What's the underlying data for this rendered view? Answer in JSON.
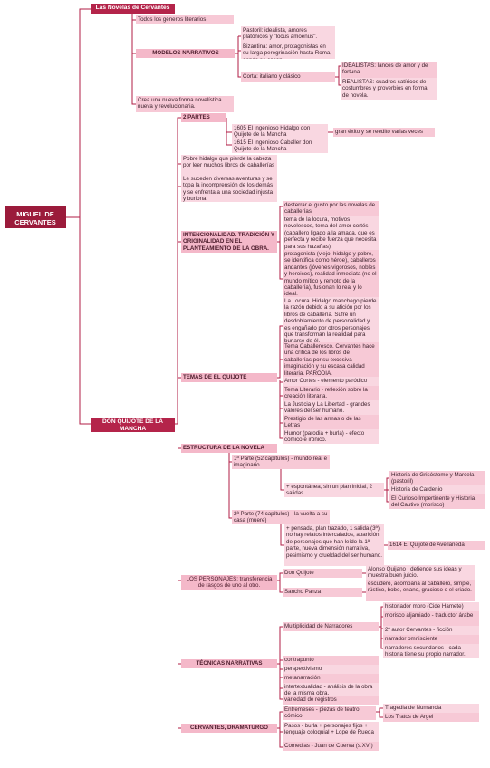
{
  "root": "MIGUEL DE CERVANTES",
  "branch_novelas": {
    "title": "Las Novelas de Cervantes",
    "todos": "Todos los géneros literarios",
    "modelos": "MODELOS NARRATIVOS",
    "pastoril": "Pastoril: idealista, amores platónicos y \"locus amoenus\".",
    "bizantina": "Bizantina: amor, protagonistas en su larga peregrinación hasta Roma, donde se casan.",
    "corta": "Corta: italiano y clásico",
    "idealistas": "IDEALISTAS: lances de amor y de fortuna",
    "realistas": "REALISTAS: cuadros satíricos de costumbres y proverbios en forma de novela.",
    "crea": "Crea una nueva forma novelística nueva y revolucionaria."
  },
  "branch_quijote": {
    "title": "DON QUIJOTE DE LA MANCHA",
    "partes": {
      "label": "2 PARTES",
      "p1605": "1605 El Ingenioso Hidalgo don Quijote de la Mancha",
      "p1615": "1615  El Ingenioso Caballer don Quijote de la Mancha",
      "exito": "gran éxito y se reeditó varias veces"
    },
    "pobre": "Pobre hidalgo que pierde la cabeza por leer muchos libros de caballerías",
    "suceden": "Le suceden diversas aventuras y se topa la incomprensión de los demás y se enfrenta a una sociedad injusta y burlona.",
    "intencionalidad": {
      "label": "INTENCIONALIDAD. TRADICIÓN Y ORIGINALIDAD EN EL PLANTEAMIENTO DE LA OBRA.",
      "items": [
        "desterrar el gusto por las novelas de caballerías",
        "tema de la locura, motivos novelescos, tema del amor cortés (caballero ligado a la amada, que es perfecta y recibe fuerza que necesita para sus hazañas).",
        "protagonista (viejo, hidalgo y pobre, se identifica como héroe), caballeros andantes (jóvenes vigorosos, nobles y heroicos), realidad inmediata (no el mundo mítico y remoto de la caballería), fusionan lo real y lo ideal."
      ]
    },
    "temas": {
      "label": "TEMAS DE EL QUIJOTE",
      "items": [
        "La Locura. Hidalgo manchego pierde la razón debido a su afición por los libros de caballería. Sufre un desdoblamiento de personalidad y es engañado por otros personajes que transforman la realidad para burlarse de él.",
        "Tema Caballeresco. Cervantes hace una crítica de los libros de caballerías por su excesiva imaginación y su escasa calidad literaria. PARODIA.",
        "Amor Cortés - elemento paródico",
        "Tema Literario - reflexión sobre la creación literaria.",
        "La Justicia y La Libertad - grandes valores del ser humano.",
        "Prestigio de las armas o de las Letras",
        "Humor (parodia + burla) - efecto cómico e irónico."
      ]
    },
    "estructura": {
      "label": "ESTRUCTURA DE LA NOVELA",
      "parte1": "1ª Parte (52 capítulos) - mundo real e imaginario",
      "parte1_detail": "+ espontánea, sin un plan inicial, 2 salidas.",
      "historias": [
        "Historia de Grisóstomo y Marcela (pastoril)",
        "Historia de Cardenio",
        "El Curioso Impertinente y Historia del Cautivo (morisco)"
      ],
      "parte2": "2ª Parte (74 capítulos) - la vuelta a su casa (muere)",
      "parte2_detail": "+ pensada, plan trazado, 1 salida (3ª), no hay relatos intercalados, aparición de personajes que han leído la 1ª parte, nueva dimensión narrativa, pesimismo y crueldad del ser humano.",
      "avellaneda": "1614 El Quijote de Avellaneda"
    },
    "personajes": {
      "label": "LOS PERSONAJES: transferencia de rasgos de uno al otro.",
      "quijote": "Don Quijote",
      "quijote_detail": "Alonso Quijano , defiende sus ideas  y muestra buen juicio.",
      "sancho": "Sancho Panza",
      "sancho_detail": "escudero, acompaña al caballero, simple, rústico, bobo, enano, gracioso o el criado."
    },
    "tecnicas": {
      "label": "TÉCNICAS NARRATIVAS",
      "multiplicidad": "Multiplicidad de Narradores",
      "narradores": [
        "historiador moro (Cide Hamete)",
        "morisco aljamiado - traductor árabe",
        "2º autor Cervantes - ficción",
        "narrador omnisciente",
        "narradores secundarios - cada historia tiene su propio narrador."
      ],
      "items": [
        "contrapunto",
        "perspectivismo",
        "metanarración",
        "intertextualidad - análisis de la obra de la misma obra.",
        "variedad de registros"
      ]
    },
    "dramaturgo": {
      "label": "CERVANTES, DRAMATURGO",
      "entremeses": "Entremeses - piezas de teatro cómico",
      "tragedias": [
        "Tragedia de Numancia",
        "Los Tratos de Argel"
      ],
      "pasos": "Pasos - burla + personajes fijos + lenguaje coloquial + Lope de Rueda",
      "comedias": "Comedias - Juan de Cuerva (s.XVI)"
    }
  },
  "colors": {
    "root": "#9b1b3b",
    "main": "#b4244a",
    "line": "#b01e45",
    "node_light": "#f9d7e1",
    "node_mid": "#f7c9d6"
  }
}
